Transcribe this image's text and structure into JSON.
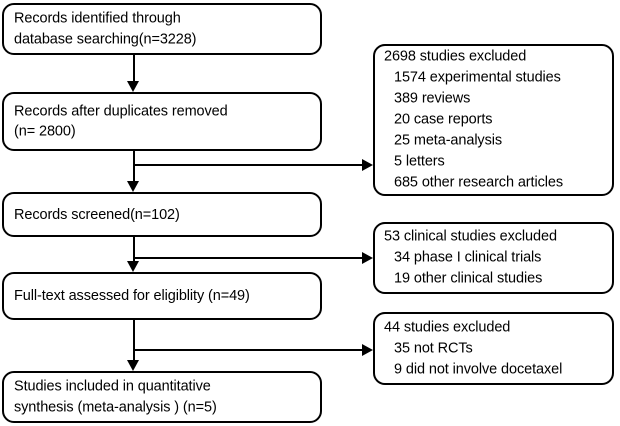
{
  "diagram": {
    "type": "prisma-flow-diagram",
    "stages": [
      {
        "id": "identification",
        "text": "Records identified through\ndatabase searching(n=3228)"
      },
      {
        "id": "duplicates-removed",
        "text": "Records after duplicates removed\n(n= 2800)"
      },
      {
        "id": "screened",
        "text": "Records screened(n=102)"
      },
      {
        "id": "eligibility",
        "text": "Full-text assessed for eligiblity (n=49)"
      },
      {
        "id": "included",
        "text": "Studies included in quantitative\nsynthesis (meta-analysis ) (n=5)"
      }
    ],
    "exclusions": [
      {
        "id": "records-excluded",
        "heading": "2698 studies excluded",
        "items": [
          "1574 experimental studies",
          "389 reviews",
          "20 case reports",
          "25 meta-analysis",
          "5 letters",
          "685 other research articles"
        ]
      },
      {
        "id": "clinical-studies-excluded",
        "heading": "53 clinical studies excluded",
        "items": [
          "34 phase I clinical trials",
          "19 other clinical studies"
        ]
      },
      {
        "id": "fulltext-excluded",
        "heading": "44 studies excluded",
        "items": [
          "35 not RCTs",
          "9 did not involve docetaxel"
        ]
      }
    ],
    "colors": {
      "stroke": "#000000",
      "fill": "#ffffff",
      "text": "#000000"
    }
  }
}
